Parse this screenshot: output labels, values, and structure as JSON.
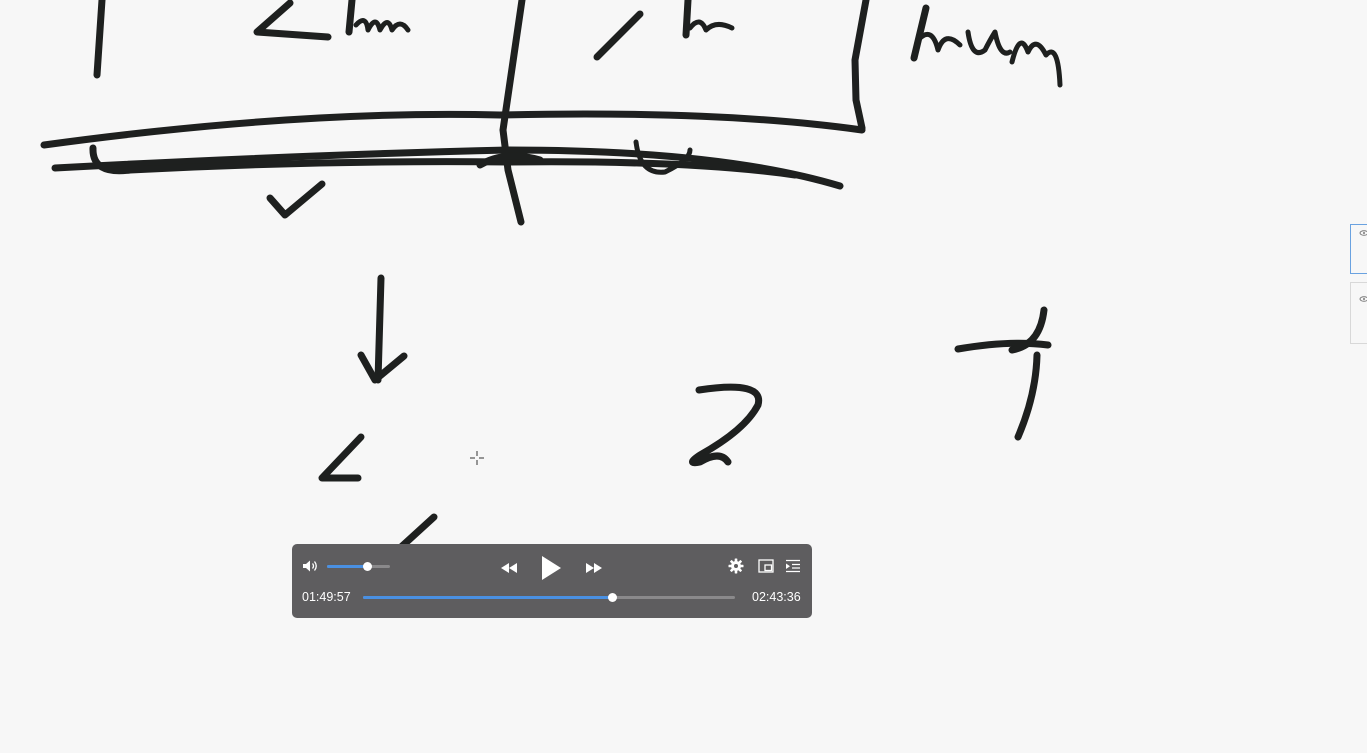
{
  "whiteboard": {
    "background": "#f7f7f7",
    "ink_color": "#1e201f"
  },
  "side_panel": {
    "thumbnails": [
      "page-thumbnail",
      "page-thumbnail"
    ]
  },
  "player": {
    "current_time": "01:49:57",
    "total_time": "02:43:36",
    "progress_fraction": 0.67,
    "volume_fraction": 0.64,
    "accent_color": "#4a90e2",
    "icons": {
      "volume": "speaker-icon",
      "rewind": "rewind-icon",
      "play": "play-icon",
      "forward": "fast-forward-icon",
      "settings": "gear-icon",
      "pip": "picture-in-picture-icon",
      "playlist": "playlist-icon"
    }
  }
}
